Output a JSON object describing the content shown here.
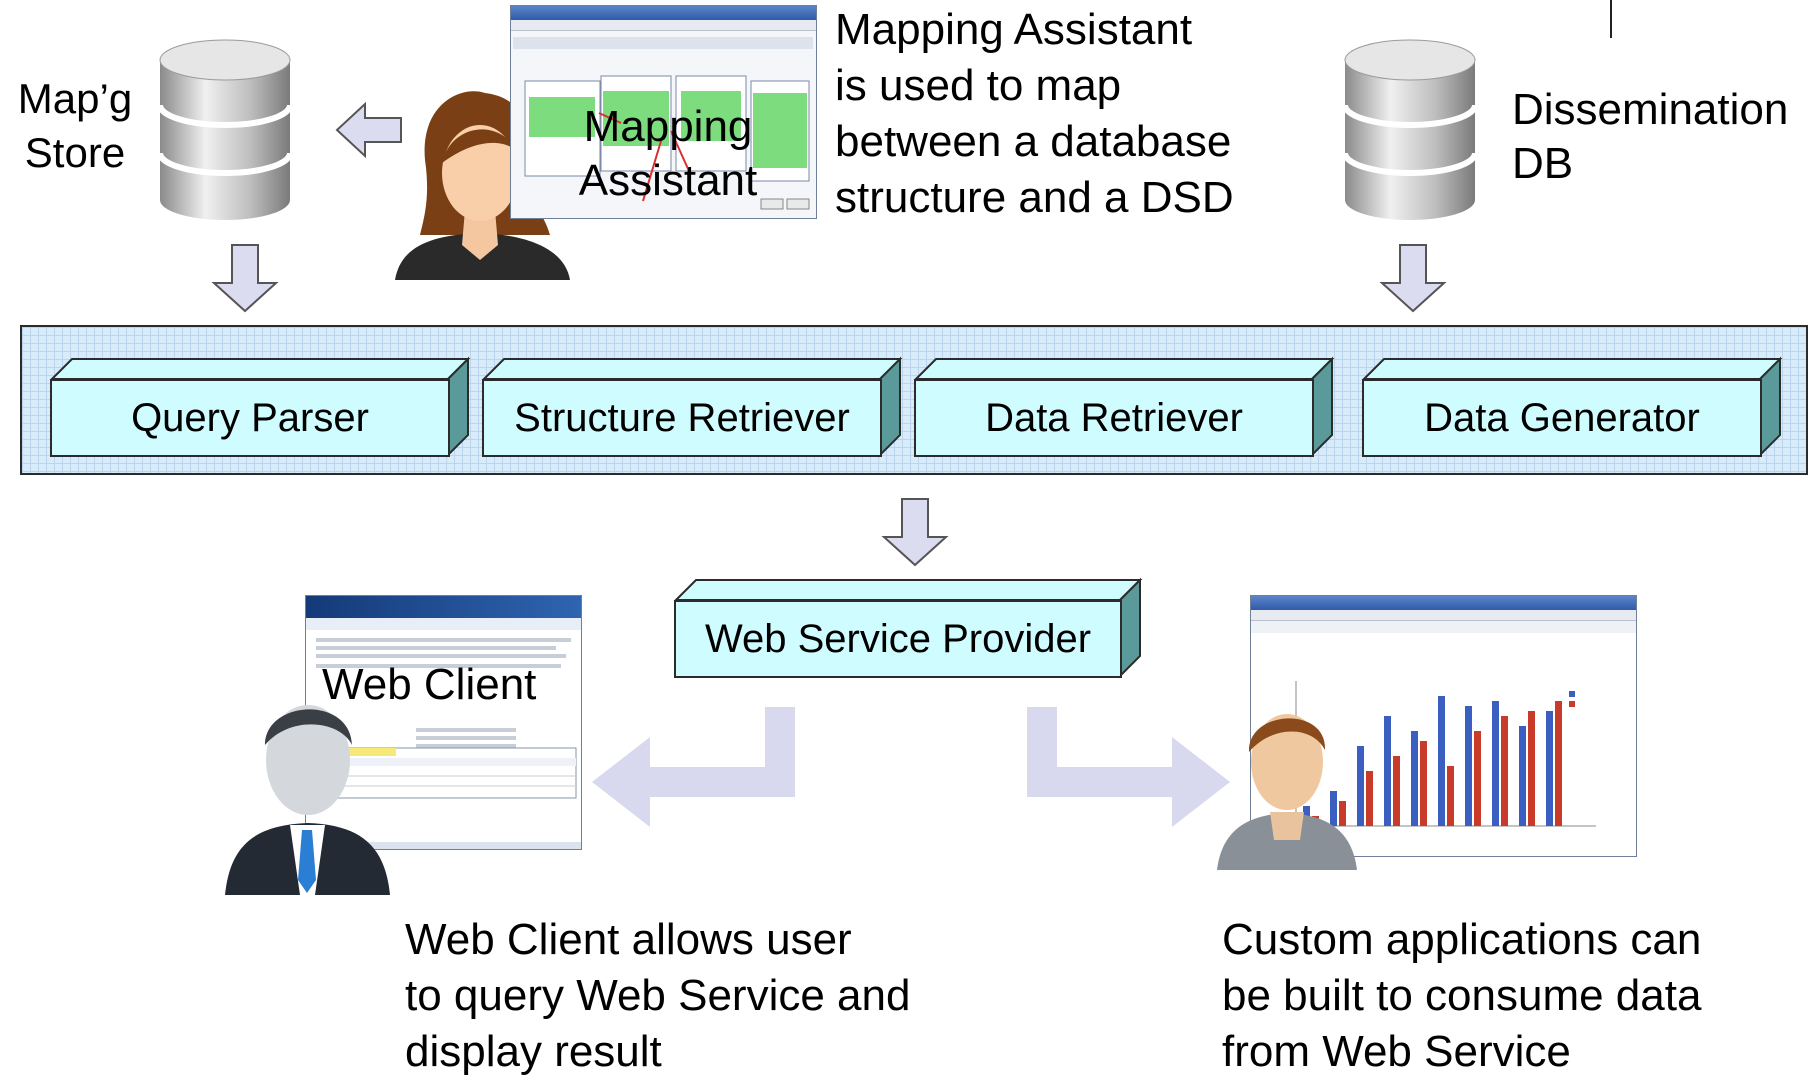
{
  "top": {
    "mapg_store_label_line1": "Map’g",
    "mapg_store_label_line2": "Store",
    "mapping_assistant_overlay_line1": "Mapping",
    "mapping_assistant_overlay_line2": "Assistant",
    "mapping_description_line1": "Mapping Assistant",
    "mapping_description_line2": "is used to map",
    "mapping_description_line3": "between a database",
    "mapping_description_line4": "structure and a DSD",
    "dissemination_label_line1": "Dissemination",
    "dissemination_label_line2": "DB"
  },
  "band": {
    "components": [
      "Query Parser",
      "Structure Retriever",
      "Data Retriever",
      "Data Generator"
    ]
  },
  "provider": {
    "label": "Web Service Provider"
  },
  "bottom": {
    "web_client_overlay": "Web Client",
    "web_client_caption_line1": "Web Client allows user",
    "web_client_caption_line2": "to query Web Service and",
    "web_client_caption_line3": "display result",
    "custom_caption_line1": "Custom applications can",
    "custom_caption_line2": "be built to consume data",
    "custom_caption_line3": "from Web Service"
  },
  "colors": {
    "box_fill": "#cffcff",
    "band_fill": "#d7ebfa",
    "arrow_fill": "#dcdcf0",
    "faint_arrow": "#d8d8ee",
    "chart_blue": "#3b5fc0",
    "chart_red": "#c83a2a"
  }
}
